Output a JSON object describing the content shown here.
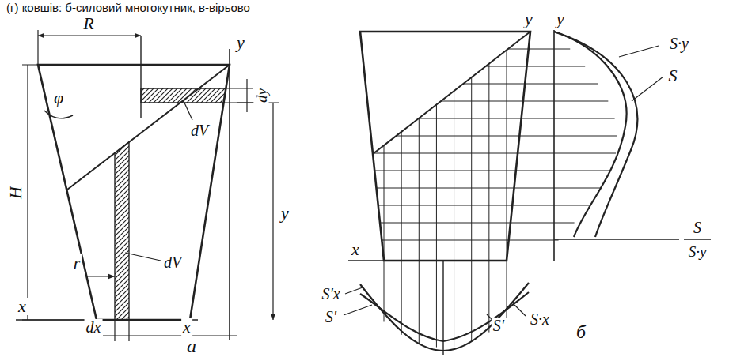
{
  "diagram": {
    "labels": [
      "(г) ковшів: б-силовий многокутник, в-вірьово",
      "R",
      "y",
      "φ",
      "dy",
      "dV",
      "H",
      "y",
      "r",
      "dV",
      "x",
      "dx",
      "x",
      "a",
      "y",
      "y",
      "S·y",
      "S",
      "x",
      "S",
      "S·y",
      "S'x",
      "S'",
      "S'",
      "S·x",
      "б"
    ]
  }
}
